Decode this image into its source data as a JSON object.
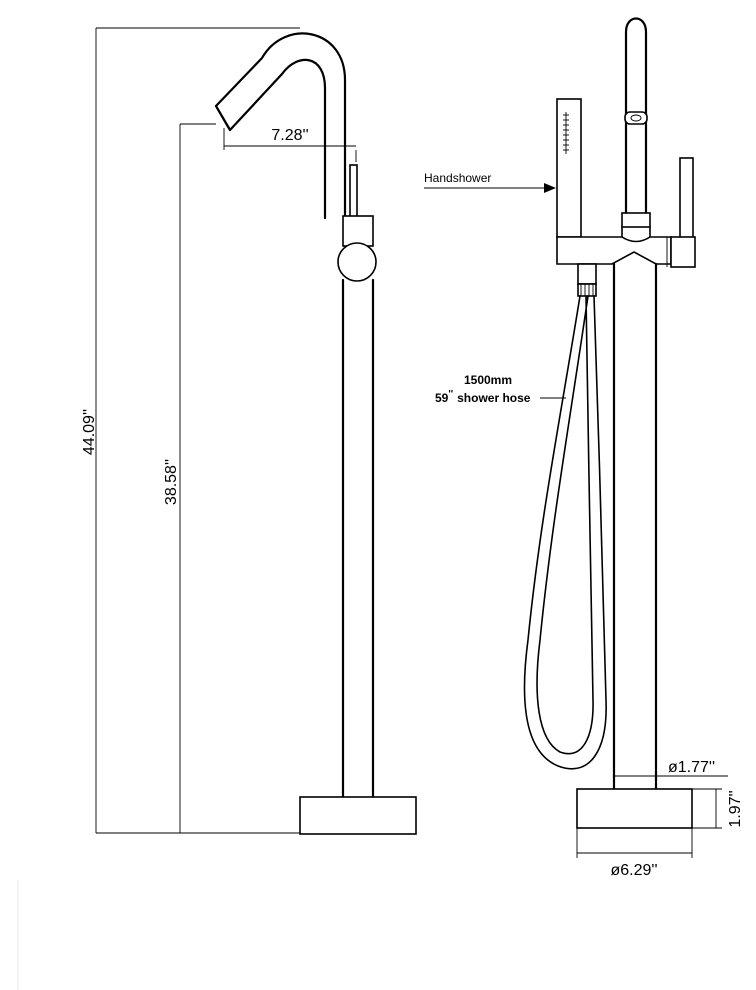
{
  "dimensions": {
    "spout_reach": "7.28''",
    "overall_height": "44.09''",
    "spout_height": "38.58''",
    "pipe_diameter": "ø1.77''",
    "base_height": "1.97''",
    "base_diameter": "ø6.29''"
  },
  "labels": {
    "handshower": "Handshower",
    "hose_length_mm": "1500mm",
    "hose_length_in": "59",
    "hose_length_in_mark": "''",
    "hose_desc": "shower hose"
  },
  "colors": {
    "ink": "#000000",
    "background": "#ffffff"
  }
}
